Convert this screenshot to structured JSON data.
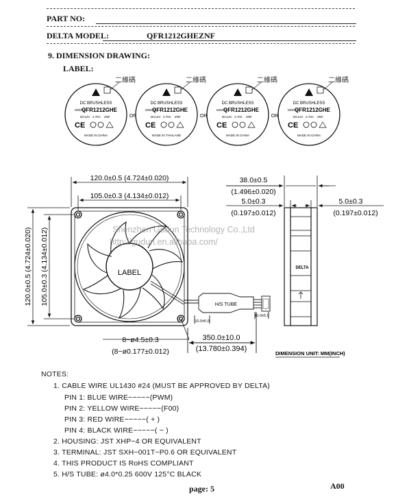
{
  "header": {
    "part_no_label": "PART NO:",
    "model_label": "DELTA MODEL:",
    "model_value": "QFR1212GHEZNF"
  },
  "section": {
    "title": "9. DIMENSION DRAWING:",
    "label_heading": "LABEL:"
  },
  "labels": {
    "qr_text": "二維碼",
    "brand_line": "DC BRUSHLESS",
    "model_prefix": "MODEL",
    "model_code": "QFR1212GHE",
    "rating_v": "DC12V",
    "rating_a": "2.70A",
    "rating_code": "ZNF",
    "made_in": [
      "MADE IN CHINA",
      "MADE IN THAILAND",
      "MADE IN CHINA",
      "MADE IN CHINA"
    ],
    "separator": "OR"
  },
  "drawing": {
    "front": {
      "outer_width": "120.0±0.5 (4.724±0.020)",
      "hole_spacing_h": "105.0±0.3 (4.134±0.012)",
      "outer_height": "120.0±0.5 (4.724±0.020)",
      "hole_spacing_v": "105.0±0.3 (4.134±0.012)",
      "center_label": "LABEL",
      "hole_dia": "8−ø4.5±0.3",
      "hole_dia_inch": "(8−ø0.177±0.012)",
      "cable_length": "350.0±10.0",
      "cable_length_inch": "(13.780±0.394)",
      "tube_label": "H/S  TUBE",
      "strip_left": "10.0±5.0",
      "strip_right": "10.0±5.0"
    },
    "side": {
      "depth": "38.0±0.5",
      "depth_inch": "(1.496±0.020)",
      "flange_left": "5.0±0.3",
      "flange_left_inch": "(0.197±0.012)",
      "flange_right": "5.0±0.3",
      "flange_right_inch": "(0.197±0.012)",
      "brand": "DELTA"
    },
    "unit_note": "DIMENSION UNIT: MM(INCH)",
    "watermark_1": "Shenzhen Gudun Technology Co.,Ltd",
    "watermark_2": "http://gudun.en.alibaba.com/"
  },
  "notes": {
    "title": "NOTES:",
    "items": [
      "1.  CABLE WIRE UL1430 #24 (MUST BE APPROVED BY DELTA)",
      "PIN  1:  BLUE WIRE−−−−−(PWM)",
      "PIN  2:  YELLOW WIRE−−−−−(F00)",
      "PIN  3:  RED WIRE−−−−−( + )",
      "PIN  4:  BLACK WIRE−−−−−( − )",
      "2.  HOUSING: JST XHP−4  OR EQUIVALENT",
      "3.  TERMINAL: JST SXH−001T−P0.6  OR EQUIVALENT",
      "4.  THIS PRODUCT IS RoHS COMPLIANT",
      "5.  H/S TUBE: ø4.0*0.25  600V  125°C  BLACK"
    ]
  },
  "footer": {
    "page": "page: 5",
    "rev": "A00"
  }
}
